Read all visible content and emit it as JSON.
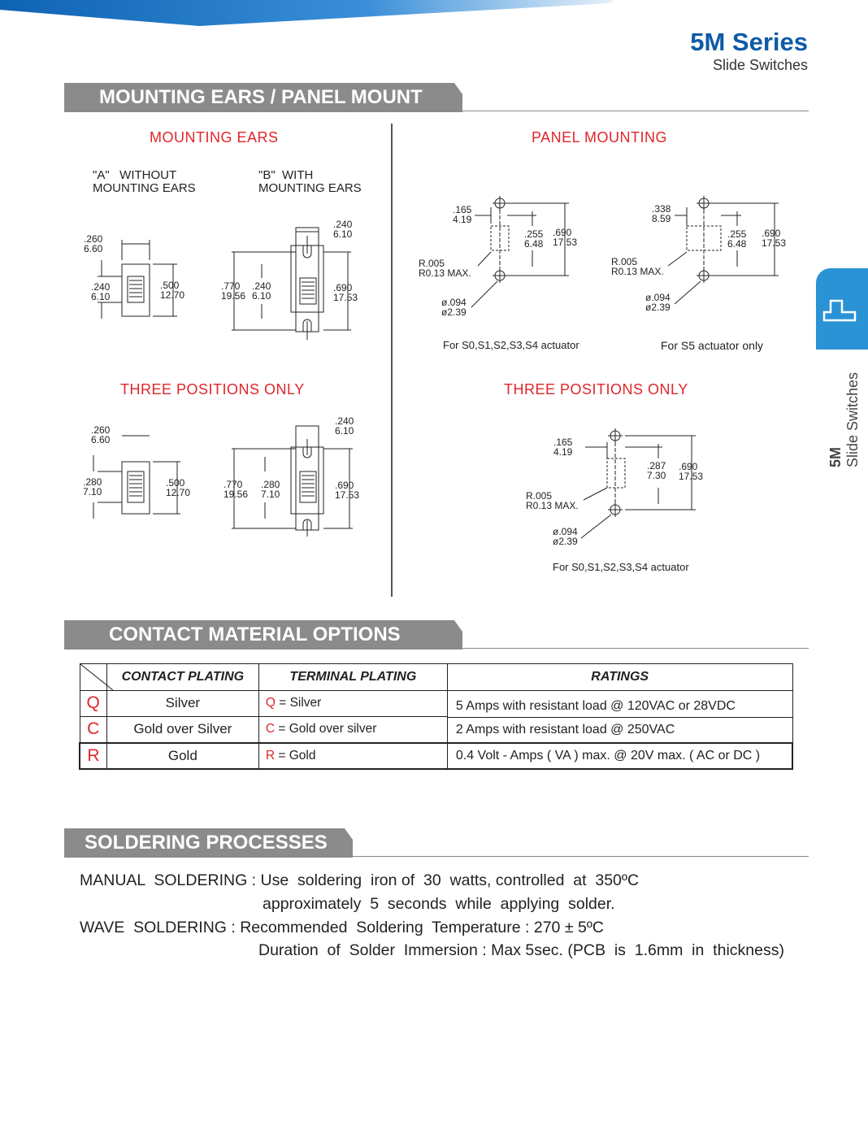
{
  "header": {
    "title": "5M Series",
    "subtitle": "Slide Switches"
  },
  "side_tab": {
    "label_bold": "5M",
    "label": "Slide Switches",
    "icon": "slide-switch-icon",
    "color": "#2a93d5"
  },
  "colors": {
    "brand": "#0d5aa7",
    "section_tab": "#8b8b8c",
    "accent_red": "#e0262b"
  },
  "sections": {
    "mounting": "MOUNTING EARS / PANEL MOUNT",
    "contact": "CONTACT  MATERIAL  OPTIONS",
    "soldering": "SOLDERING PROCESSES"
  },
  "mounting": {
    "left_title": "MOUNTING    EARS",
    "right_title": "PANEL    MOUNTING",
    "three_positions_left": "THREE    POSITIONS    ONLY",
    "three_positions_right": "THREE    POSITIONS    ONLY",
    "a_label": "\"A\"   WITHOUT\nMOUNTING EARS",
    "b_label": "\"B\"  WITH\nMOUNTING EARS",
    "dims": {
      "d260": ".260\n6.60",
      "d240a": ".240\n6.10",
      "d500": ".500\n12.70",
      "d770": ".770\n19.56",
      "d240b": ".240\n6.10",
      "d240c": ".240\n6.10",
      "d690": ".690\n17.53",
      "d260b": ".260\n6.60",
      "d280": ".280\n7.10",
      "d500b": ".500\n12.70",
      "d770b": ".770\n19.56",
      "d280b": ".280\n7.10",
      "d240d": ".240\n6.10",
      "d690b": ".690\n17.53",
      "p165": ".165\n4.19",
      "p255": ".255\n6.48",
      "p690": ".690\n17.53",
      "pr005": "R.005\nR0.13 MAX.",
      "p094": "ø.094\nø2.39",
      "q338": ".338\n8.59",
      "q255": ".255\n6.48",
      "q690": ".690\n17.53",
      "qr005": "R.005\nR0.13 MAX.",
      "q094": "ø.094\nø2.39",
      "t165": ".165\n4.19",
      "t287": ".287\n7.30",
      "t690": ".690\n17.53",
      "tr005": "R.005\nR0.13 MAX.",
      "t094": "ø.094\nø2.39"
    },
    "note_s0": "For  S0,S1,S2,S3,S4 actuator",
    "note_s5": "For S5 actuator only",
    "note_s0b": "For  S0,S1,S2,S3,S4 actuator"
  },
  "contact_table": {
    "headers": [
      "CONTACT PLATING",
      "TERMINAL  PLATING",
      "RATINGS"
    ],
    "rows": [
      {
        "code": "Q",
        "plating": "Silver",
        "term_code": "Q",
        "term": " = Silver"
      },
      {
        "code": "C",
        "plating": "Gold over Silver",
        "term_code": "C",
        "term": " = Gold over silver"
      },
      {
        "code": "R",
        "plating": "Gold",
        "term_code": "R",
        "term": " = Gold"
      }
    ],
    "ratings": [
      "5 Amps with resistant load @ 120VAC or 28VDC",
      "2 Amps with resistant load @ 250VAC",
      "0.4 Volt - Amps ( VA ) max. @ 20V max. ( AC or DC )"
    ]
  },
  "soldering": {
    "manual_label": "MANUAL  SOLDERING : ",
    "manual_l1": "Use  soldering  iron of  30  watts, controlled  at  350ºC",
    "manual_l2": "approximately  5  seconds  while  applying  solder.",
    "wave_label": "WAVE  SOLDERING : ",
    "wave_l1": "Recommended  Soldering  Temperature : 270 ± 5ºC",
    "wave_l2": "Duration  of  Solder  Immersion : Max 5sec. (PCB  is  1.6mm  in  thickness)"
  }
}
